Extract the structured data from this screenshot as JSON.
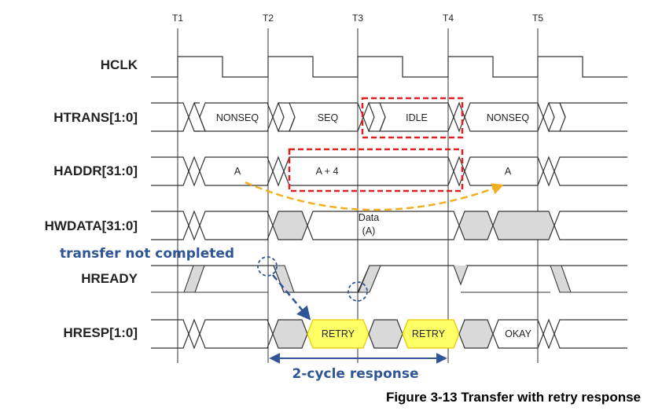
{
  "figure": {
    "caption": "Figure 3-13 Transfer with retry response",
    "clock_edges": [
      "T1",
      "T2",
      "T3",
      "T4",
      "T5"
    ],
    "signals": {
      "hclk": "HCLK",
      "htrans": "HTRANS[1:0]",
      "haddr": "HADDR[31:0]",
      "hwdata": "HWDATA[31:0]",
      "hready": "HREADY",
      "hresp": "HRESP[1:0]"
    },
    "htrans_values": [
      "NONSEQ",
      "SEQ",
      "IDLE",
      "NONSEQ"
    ],
    "haddr_values": [
      "A",
      "A + 4",
      "A"
    ],
    "hwdata_value": [
      "Data",
      "(A)"
    ],
    "hresp_values": [
      "RETRY",
      "RETRY",
      "OKAY"
    ],
    "annotations": {
      "not_completed": "transfer not completed",
      "response_span": "2-cycle response"
    },
    "colors": {
      "highlight_box": "#e02020",
      "retry_fill": "#ffff66",
      "arrow_orange": "#f0b020",
      "annotation_blue": "#2f5597",
      "gray_fill": "#d9d9d9"
    }
  }
}
